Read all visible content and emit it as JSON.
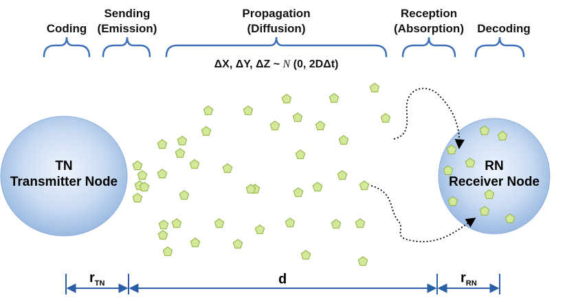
{
  "stages": [
    {
      "id": "coding",
      "lines": [
        "Coding"
      ]
    },
    {
      "id": "sending",
      "lines": [
        "Sending",
        "(Emission)"
      ]
    },
    {
      "id": "propagation",
      "lines": [
        "Propagation",
        "(Diffusion)"
      ]
    },
    {
      "id": "reception",
      "lines": [
        "Reception",
        "(Absorption)"
      ]
    },
    {
      "id": "decoding",
      "lines": [
        "Decoding"
      ]
    }
  ],
  "equation": {
    "lhs": "ΔX, ΔY, ΔZ ~ ",
    "dist": "N",
    "rhs": " (0, 2DΔt)"
  },
  "transmitter": {
    "short": "TN",
    "long": "Transmitter Node"
  },
  "receiver": {
    "short": "RN",
    "long": "Receiver Node"
  },
  "dimensions": {
    "r_tn": {
      "main": "r",
      "sub": "TN"
    },
    "d": {
      "main": "d"
    },
    "r_rn": {
      "main": "r",
      "sub": "RN"
    }
  },
  "colors": {
    "brace": "#3d6fb6",
    "arrow": "#2a5fa8",
    "molecule_fill": "#d4e89a",
    "molecule_stroke": "#98b84e",
    "node_center": "#e9f1fb",
    "node_edge": "#8eb0dc"
  }
}
